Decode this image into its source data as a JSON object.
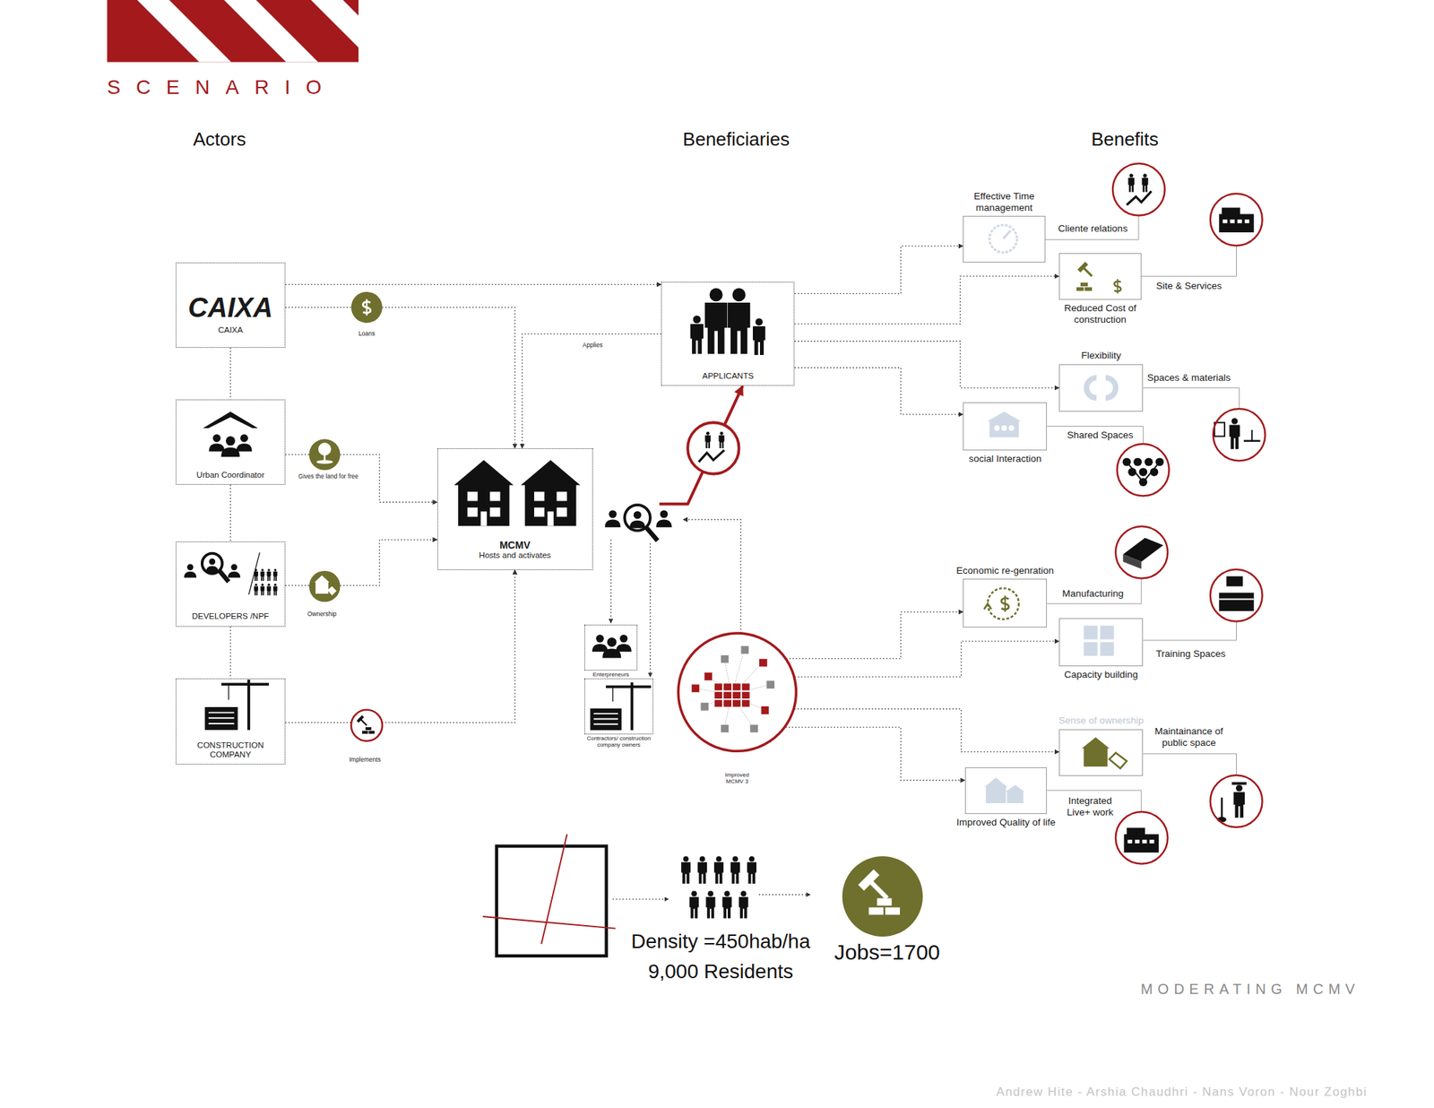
{
  "diagram": {
    "title": "SCENARIO",
    "caption": "MODERATING MCMV",
    "nodes": [
      {
        "text": [
          "CAIXA",
          "CAIXA"
        ]
      },
      {
        "text": [
          "Urban Coordinator"
        ]
      },
      {
        "text": [
          "DEVELOPERS /NPF"
        ]
      },
      {
        "text": [
          "CONSTRUCTION COMPANY"
        ]
      },
      {
        "text": [
          "MCMV",
          "Hosts and activates"
        ]
      },
      {
        "text": [
          "APPLICANTS"
        ]
      },
      {
        "text": [
          "Enterpreneurs"
        ]
      },
      {
        "text": [
          "Contractors/ construction company owners"
        ]
      },
      {
        "text": [
          "Improved MCMV 3"
        ]
      },
      {
        "text": [
          "Effective Time management"
        ]
      },
      {
        "text": [
          "Reduced Cost of construction"
        ]
      },
      {
        "text": [
          "Flexibility"
        ]
      },
      {
        "text": [
          "social Interaction"
        ]
      },
      {
        "text": [
          "Economic re-genration"
        ]
      },
      {
        "text": [
          "Capacity building"
        ]
      },
      {
        "text": [
          "Sense of ownership"
        ]
      },
      {
        "text": [
          "Improved Quality of life"
        ]
      },
      {
        "text": [
          "Cliente relations"
        ]
      },
      {
        "text": [
          "Site & Services"
        ]
      },
      {
        "text": [
          "Spaces & materials"
        ]
      },
      {
        "text": [
          "Shared Spaces"
        ]
      },
      {
        "text": [
          "Manufacturing"
        ]
      },
      {
        "text": [
          "Training Spaces"
        ]
      },
      {
        "text": [
          "Maintainance of public space"
        ]
      },
      {
        "text": [
          "Integrated Live+ work"
        ]
      }
    ],
    "edges": [
      {
        "from": 0,
        "to": 5,
        "arrow": "to"
      },
      {
        "from": 0,
        "to": 4,
        "label": "Loans",
        "arrow": "to"
      },
      {
        "from": 5,
        "to": 4,
        "label": "Applies",
        "arrow": "to"
      },
      {
        "from": 1,
        "to": 4,
        "label": "Gives the land for free",
        "arrow": "to"
      },
      {
        "from": 2,
        "to": 4,
        "label": "Ownership",
        "arrow": "to"
      },
      {
        "from": 3,
        "to": 4,
        "label": "Implements",
        "arrow": "to"
      },
      {
        "from": 0,
        "to": 1,
        "arrow": "none"
      },
      {
        "from": 1,
        "to": 2,
        "arrow": "none"
      },
      {
        "from": 2,
        "to": 3,
        "arrow": "none"
      },
      {
        "from": 8,
        "to": 5,
        "arrow": "to"
      },
      {
        "from": 5,
        "to": 9,
        "arrow": "to"
      },
      {
        "from": 5,
        "to": 10,
        "arrow": "to"
      },
      {
        "from": 5,
        "to": 11,
        "arrow": "to"
      },
      {
        "from": 5,
        "to": 12,
        "arrow": "to"
      },
      {
        "from": 8,
        "to": 13,
        "arrow": "to"
      },
      {
        "from": 8,
        "to": 14,
        "arrow": "to"
      },
      {
        "from": 8,
        "to": 15,
        "arrow": "to"
      },
      {
        "from": 8,
        "to": 16,
        "arrow": "to"
      },
      {
        "from": 9,
        "to": 17,
        "arrow": "none"
      },
      {
        "from": 10,
        "to": 18,
        "arrow": "none"
      },
      {
        "from": 11,
        "to": 19,
        "arrow": "none"
      },
      {
        "from": 12,
        "to": 20,
        "arrow": "none"
      },
      {
        "from": 13,
        "to": 21,
        "arrow": "none"
      },
      {
        "from": 14,
        "to": 22,
        "arrow": "none"
      },
      {
        "from": 15,
        "to": 23,
        "arrow": "none"
      },
      {
        "from": 16,
        "to": 24,
        "arrow": "none"
      }
    ],
    "labels": [
      "Actors",
      "Beneficiaries",
      "Benefits",
      "Density =450hab/ha",
      "9,000 Residents",
      "Jobs=1700",
      "Andrew Hite - Arshia Chaudhri - Nans Voron - Nour Zoghbi"
    ]
  }
}
